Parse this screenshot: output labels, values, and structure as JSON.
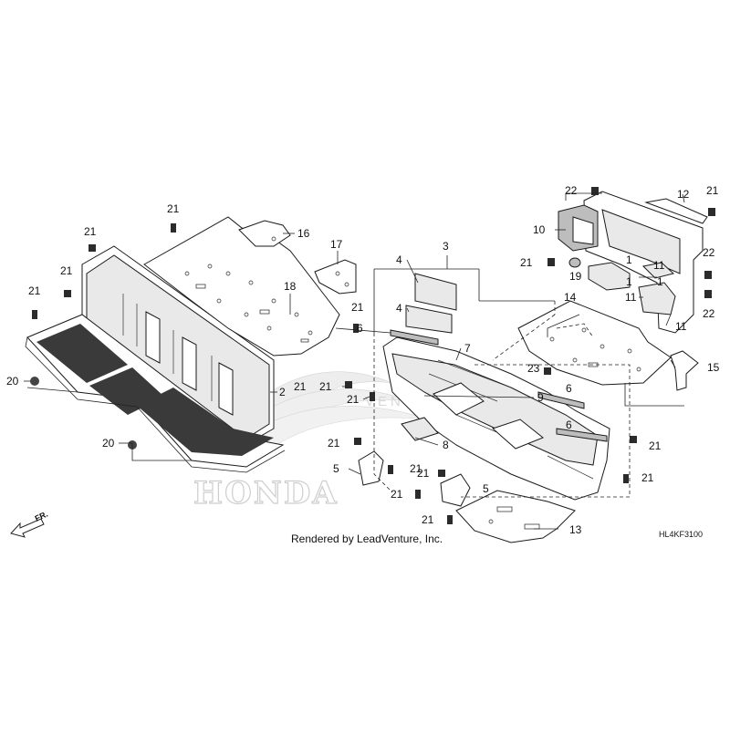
{
  "credit": "Rendered by LeadVenture, Inc.",
  "diagram_code": "HL4KF3100",
  "direction_label": "FR.",
  "watermark": {
    "brand": "HONDA",
    "sub": "VENTURE"
  },
  "callouts": {
    "c1a": "1",
    "c1b": "1",
    "c1c": "1",
    "c2": "2",
    "c3": "3",
    "c4a": "4",
    "c4b": "4",
    "c5a": "5",
    "c5b": "5",
    "c6a": "6",
    "c6b": "6",
    "c6c": "6",
    "c7": "7",
    "c8": "8",
    "c9": "9",
    "c10": "10",
    "c11a": "11",
    "c11b": "11",
    "c11c": "11",
    "c12": "12",
    "c13": "13",
    "c14": "14",
    "c15": "15",
    "c16": "16",
    "c17": "17",
    "c18": "18",
    "c19": "19",
    "c20a": "20",
    "c20b": "20",
    "c21a": "21",
    "c21b": "21",
    "c21c": "21",
    "c21d": "21",
    "c21e": "21",
    "c21f": "21",
    "c21g": "21",
    "c21h": "21",
    "c21i": "21",
    "c21j": "21",
    "c21k": "21",
    "c21l": "21",
    "c21m": "21",
    "c21n": "21",
    "c21o": "21",
    "c21p": "21",
    "c21q": "21",
    "c22a": "22",
    "c22b": "22",
    "c22c": "22",
    "c23": "23"
  }
}
